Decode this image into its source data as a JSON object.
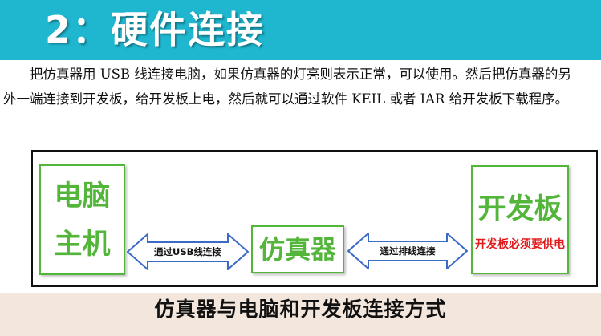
{
  "header": {
    "title": "2：硬件连接",
    "background": "#1fb6cf"
  },
  "paragraph": "把仿真器用 USB 线连接电脑，如果仿真器的灯亮则表示正常，可以使用。然后把仿真器的另外一端连接到开发板，给开发板上电，然后就可以通过软件 KEIL 或者 IAR 给开发板下载程序。",
  "diagram": {
    "pc": {
      "line1": "电脑",
      "line2": "主机"
    },
    "link1": "通过USB线连接",
    "emulator": "仿真器",
    "link2": "通过排线连接",
    "board": {
      "title": "开发板",
      "note": "开发板必须要供电"
    },
    "colors": {
      "box_green": "#53b53a",
      "note_red": "#e01b1b",
      "arrow_blue": "#3b6bc8"
    }
  },
  "caption": "仿真器与电脑和开发板连接方式"
}
